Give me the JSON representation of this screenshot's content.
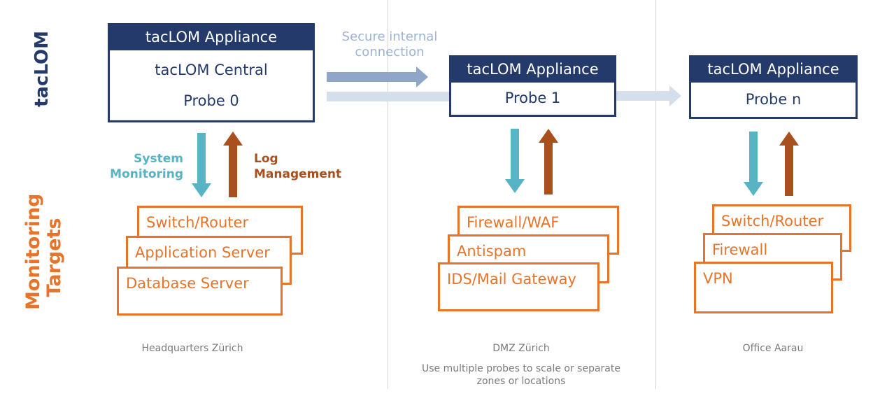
{
  "row_labels": {
    "top": "tacLOM",
    "bottom_line1": "Monitoring",
    "bottom_line2": "Targets"
  },
  "connection_label": {
    "line1": "Secure internal",
    "line2": "connection"
  },
  "flow_labels": {
    "system_monitoring_line1": "System",
    "system_monitoring_line2": "Monitoring",
    "log_management_line1": "Log",
    "log_management_line2": "Management"
  },
  "sites": [
    {
      "appliance_title": "tacLOM Appliance",
      "central": "tacLOM Central",
      "probe": "Probe 0",
      "targets": [
        "Switch/Router",
        "Application Server",
        "Database Server"
      ],
      "location": "Headquarters Zürich"
    },
    {
      "appliance_title": "tacLOM Appliance",
      "probe": "Probe 1",
      "targets": [
        "Firewall/WAF",
        "Antispam",
        "IDS/Mail Gateway"
      ],
      "location": "DMZ Zürich",
      "note_line1": "Use multiple probes to scale or separate",
      "note_line2": "zones or locations"
    },
    {
      "appliance_title": "tacLOM Appliance",
      "probe": "Probe n",
      "targets": [
        "Switch/Router",
        "Firewall",
        "VPN"
      ],
      "location": "Office Aarau"
    }
  ],
  "colors": {
    "navy": "#243a6b",
    "orange": "#e8742a",
    "monitoring_arrow": "#56b4c4",
    "log_arrow": "#a9501f",
    "connection_arrow": "#8fa6c8",
    "connection_arrow_light": "#d5dfec"
  }
}
